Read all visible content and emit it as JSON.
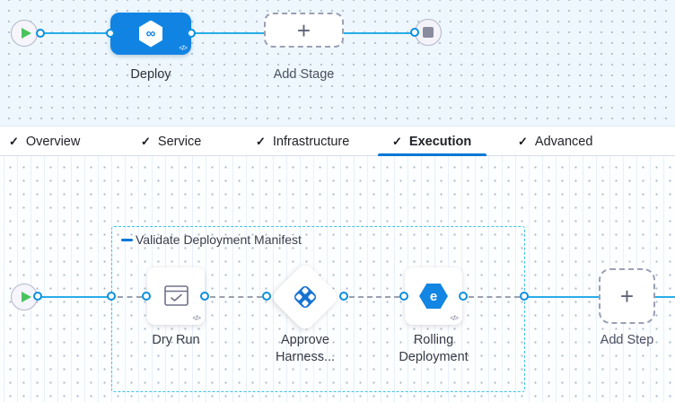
{
  "stage_editor": {
    "deploy_stage": {
      "label": "Deploy",
      "icon_glyph": "∞",
      "yaml_glyph": "</>"
    },
    "add_stage": {
      "label": "Add Stage",
      "plus_glyph": "+"
    }
  },
  "tabs": {
    "check_glyph": "✓",
    "items": [
      {
        "label": "Overview",
        "checked": true,
        "active": false
      },
      {
        "label": "Service",
        "checked": true,
        "active": false
      },
      {
        "label": "Infrastructure",
        "checked": true,
        "active": false
      },
      {
        "label": "Execution",
        "checked": true,
        "active": true
      },
      {
        "label": "Advanced",
        "checked": true,
        "active": false
      }
    ]
  },
  "execution_editor": {
    "step_group": {
      "title": "Validate Deployment Manifest"
    },
    "steps": [
      {
        "label_lines": [
          "Dry Run"
        ],
        "shape": "card",
        "icon": "dry-run-checkbox-icon",
        "yaml_glyph": "</>"
      },
      {
        "label_lines": [
          "Approve",
          "Harness..."
        ],
        "shape": "diamond",
        "icon": "harness-approval-icon"
      },
      {
        "label_lines": [
          "Rolling",
          "Deployment"
        ],
        "shape": "card",
        "icon": "rolling-deployment-icon",
        "icon_glyph": "e",
        "yaml_glyph": "</>"
      }
    ],
    "add_step": {
      "label": "Add Step",
      "plus_glyph": "+"
    }
  },
  "colors": {
    "accent_blue": "#0278d5",
    "stage_node_blue": "#1184e3",
    "connector_line": "#29ade8",
    "connector_ring_border": "#0b8fdf",
    "group_border_cyan": "#3cc3ef",
    "dashed_node_border": "#9aa0b5",
    "play_green": "#4ac35f",
    "stop_gray": "#8a8b9f",
    "canvas_top_bg": "#edf7fd",
    "canvas_bottom_bg": "#fdfeff"
  }
}
